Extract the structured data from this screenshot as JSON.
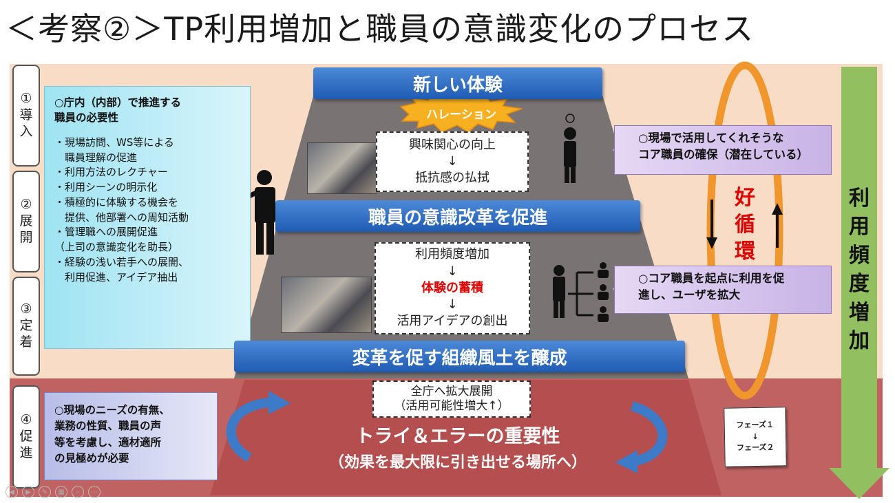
{
  "title": "＜考察②＞TP利用増加と職員の意識変化のプロセス",
  "phases": [
    {
      "num": "①",
      "chars": [
        "導",
        "入"
      ]
    },
    {
      "num": "②",
      "chars": [
        "展",
        "開"
      ]
    },
    {
      "num": "③",
      "chars": [
        "定",
        "着"
      ]
    },
    {
      "num": "④",
      "chars": [
        "促",
        "進"
      ]
    }
  ],
  "left_box": {
    "heading_line1": "○庁内（内部）で推進する",
    "heading_line2": "職員の必要性",
    "bullets": [
      "・現場訪問、WS等による",
      "　職員理解の促進",
      "・利用方法のレクチャー",
      "・利用シーンの明示化",
      "・積極的に体験する機会を",
      "　提供、他部署への周知活動",
      "・管理職への展開促進",
      "（上司の意識変化を助長）",
      "・経験の浅い若手への展開、",
      "　利用促進、アイデア抽出"
    ]
  },
  "pyramid": {
    "top_bar": "新しい体験",
    "burst": "ハレーション",
    "box1": {
      "line1": "興味関心の向上",
      "arrow": "↓",
      "line2": "抵抗感の払拭"
    },
    "mid_bar": "職員の意識改革を促進",
    "box2": {
      "line1": "利用頻度増加",
      "arrow1": "↓",
      "line2": "体験の蓄積",
      "arrow2": "↓",
      "line3": "活用アイデアの創出"
    },
    "low_bar": "変革を促す組織風土を醸成",
    "box3": {
      "line1": "全庁へ拡大展開",
      "line2": "（活用可能性増大↑）"
    }
  },
  "lower": {
    "left_box": [
      "○現場のニーズの有無、",
      "業務の性質、職員の声",
      "等を考慮し、適材適所",
      "の見極めが必要"
    ],
    "center_line1": "トライ＆エラーの重要性",
    "center_line2": "（効果を最大限に引き出せる場所へ）",
    "note": {
      "line1": "フェーズ１",
      "arrow": "↓",
      "line2": "フェーズ２"
    }
  },
  "right": {
    "callout1": [
      "○現場で活用してくれそうな",
      "コア職員の確保（潜在している）"
    ],
    "callout2": [
      "○コア職員を起点に利用を促",
      "進し、ユーザを拡大"
    ],
    "cycle_chars": [
      "好",
      "循",
      "環"
    ],
    "cycle_color": "#e00000",
    "green_arrow_chars": [
      "利",
      "用",
      "頻",
      "度",
      "増",
      "加"
    ]
  },
  "colors": {
    "upper_bg": "#f8dcc6",
    "lower_bg": "#c06262",
    "blue_bar": "#2f6cc4",
    "pyramid": "#7a7373",
    "green_arrow": "#92c060",
    "ring": "#f0962c"
  },
  "icons": [
    "person-presenting-icon",
    "person-idea-icon",
    "person-network-icon",
    "curved-arrow-icon",
    "media-controls-icon"
  ]
}
